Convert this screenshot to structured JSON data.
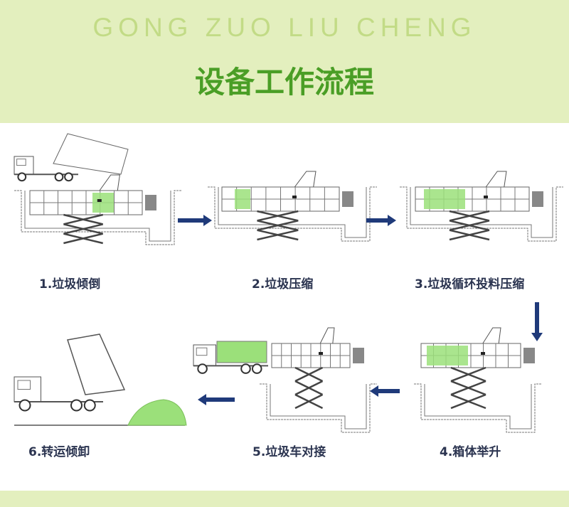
{
  "header": {
    "subtitle": "GONG ZUO LIU CHENG",
    "title": "设备工作流程"
  },
  "steps": [
    {
      "label": "1.垃圾倾倒"
    },
    {
      "label": "2.垃圾压缩"
    },
    {
      "label": "3.垃圾循环投料压缩"
    },
    {
      "label": "4.箱体举升"
    },
    {
      "label": "5.垃圾车对接"
    },
    {
      "label": "6.转运倾卸"
    }
  ],
  "colors": {
    "accent": "#4a9e26",
    "arrow": "#1f3a7a",
    "fill_green": "#9be07a"
  }
}
